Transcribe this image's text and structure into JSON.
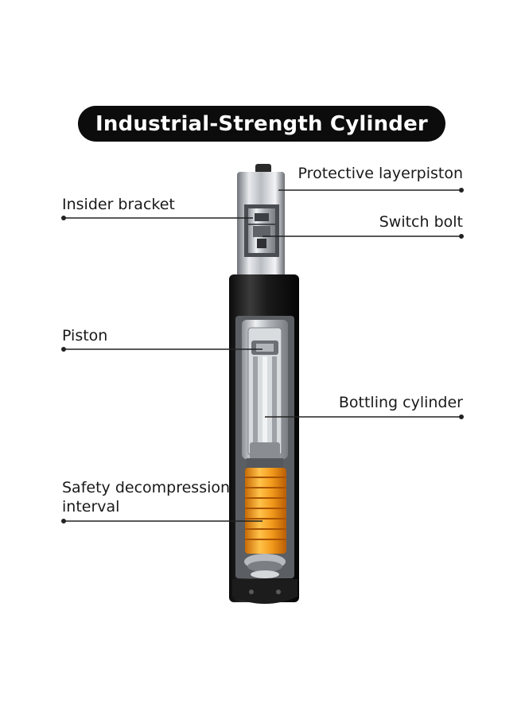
{
  "title": "Industrial-Strength Cylinder",
  "labels": {
    "protective_layer": "Protective layerpiston",
    "insider_bracket": "Insider bracket",
    "switch_bolt": "Switch bolt",
    "piston": "Piston",
    "bottling_cylinder": "Bottling cylinder",
    "safety_line1": "Safety decompression",
    "safety_line2": "interval"
  },
  "colors": {
    "title_bg": "#0c0c0c",
    "body_black": "#141414",
    "chrome": "#c9ccd0",
    "orange": "#f29a1c"
  }
}
